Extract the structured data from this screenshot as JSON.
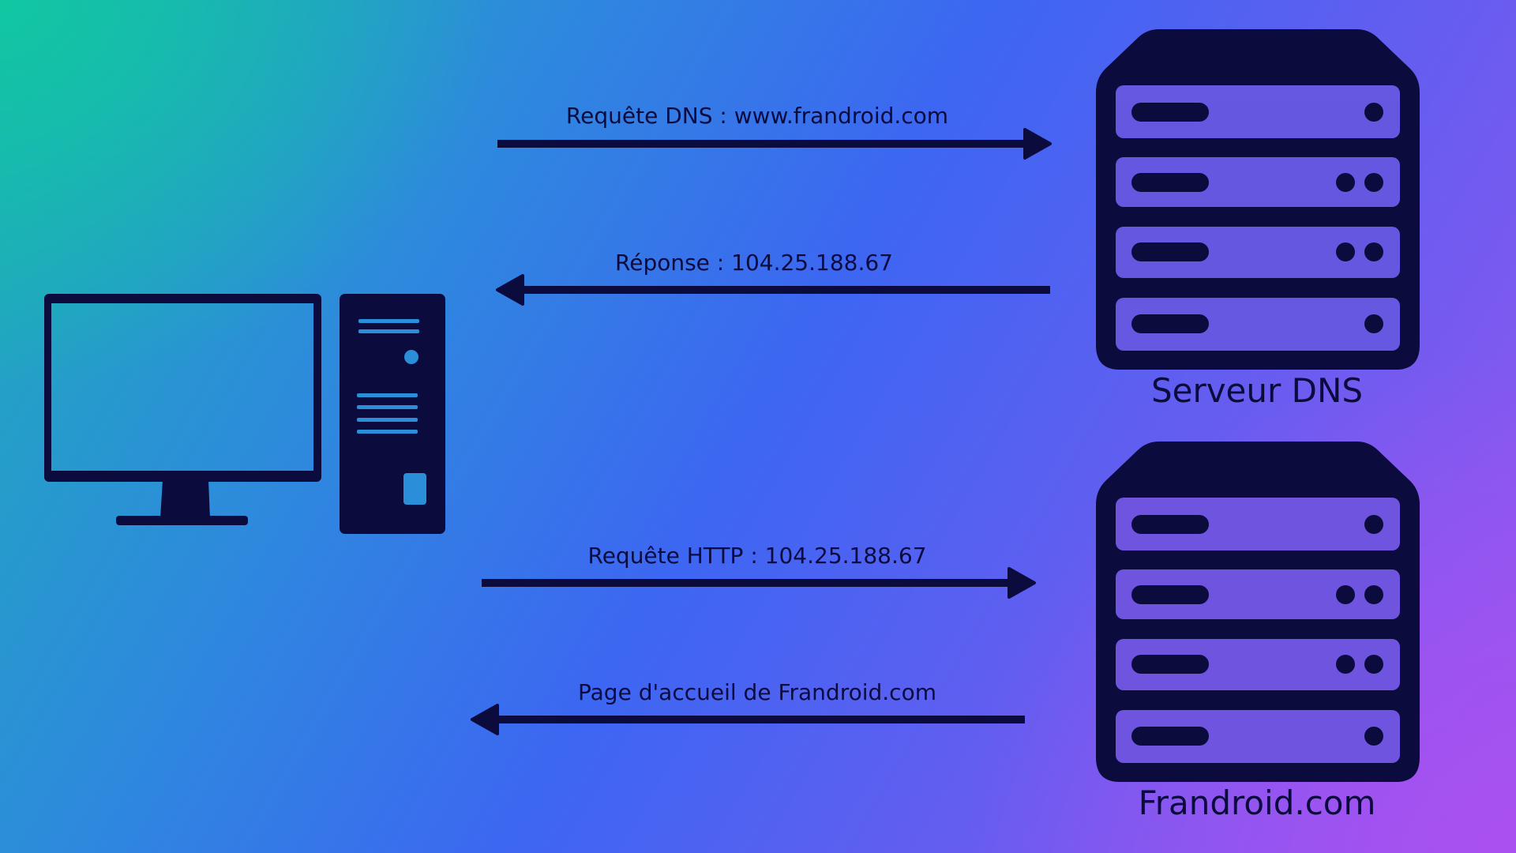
{
  "arrows": {
    "dns_request": "Requête DNS : www.frandroid.com",
    "dns_response": "Réponse : 104.25.188.67",
    "http_request": "Requête HTTP : 104.25.188.67",
    "http_response": "Page d'accueil de Frandroid.com"
  },
  "servers": {
    "dns": "Serveur DNS",
    "web": "Frandroid.com"
  },
  "colors": {
    "ink": "#0b0b3e"
  }
}
